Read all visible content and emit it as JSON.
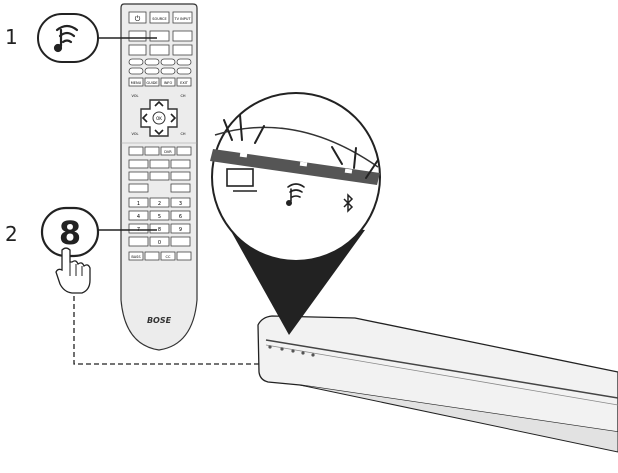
{
  "steps": [
    {
      "number": "1"
    },
    {
      "number": "2",
      "button_label": "8"
    }
  ],
  "remote": {
    "brand": "BOSE",
    "top_buttons": [
      "⏻",
      "SOURCE",
      "TV INPUT"
    ],
    "ok_label": "OK",
    "vol_label": "VOL",
    "ch_label": "CH",
    "menu_row": [
      "MENU",
      "GUIDE",
      "INFO",
      "EXIT"
    ],
    "transport_row": [
      "",
      "",
      "DVR",
      ""
    ],
    "bottom_row": [
      "BASS",
      "",
      "CC",
      ""
    ],
    "keypad": [
      "1",
      "2",
      "3",
      "4",
      "5",
      "6",
      "7",
      "8",
      "9",
      "",
      "0",
      ""
    ]
  },
  "icons": [
    "wifi-speaker-icon",
    "tv-icon",
    "bluetooth-icon",
    "pointing-hand-icon"
  ],
  "colors": {
    "line": "#222222",
    "soundbar_body": "#eeeeee",
    "light_bar": "#555555"
  }
}
